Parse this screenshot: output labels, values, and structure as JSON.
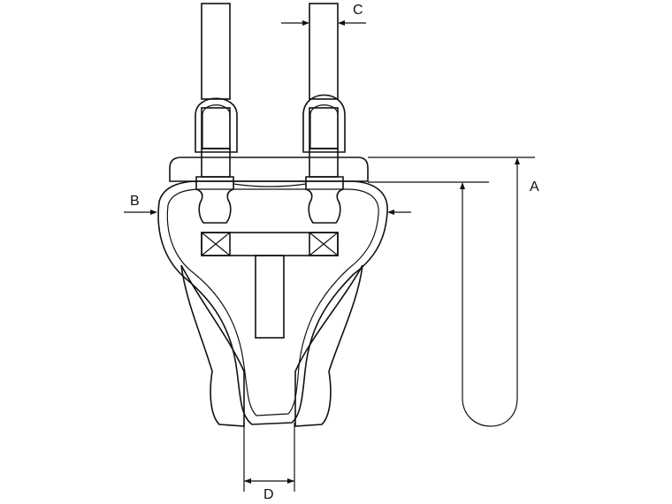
{
  "diagram": {
    "labels": {
      "a": "A",
      "b": "B",
      "c": "C",
      "d": "D"
    },
    "colors": {
      "line": "#111111",
      "fabric": "#e6e6e6",
      "strap": "#d2d2d2",
      "background": "#ffffff"
    }
  }
}
